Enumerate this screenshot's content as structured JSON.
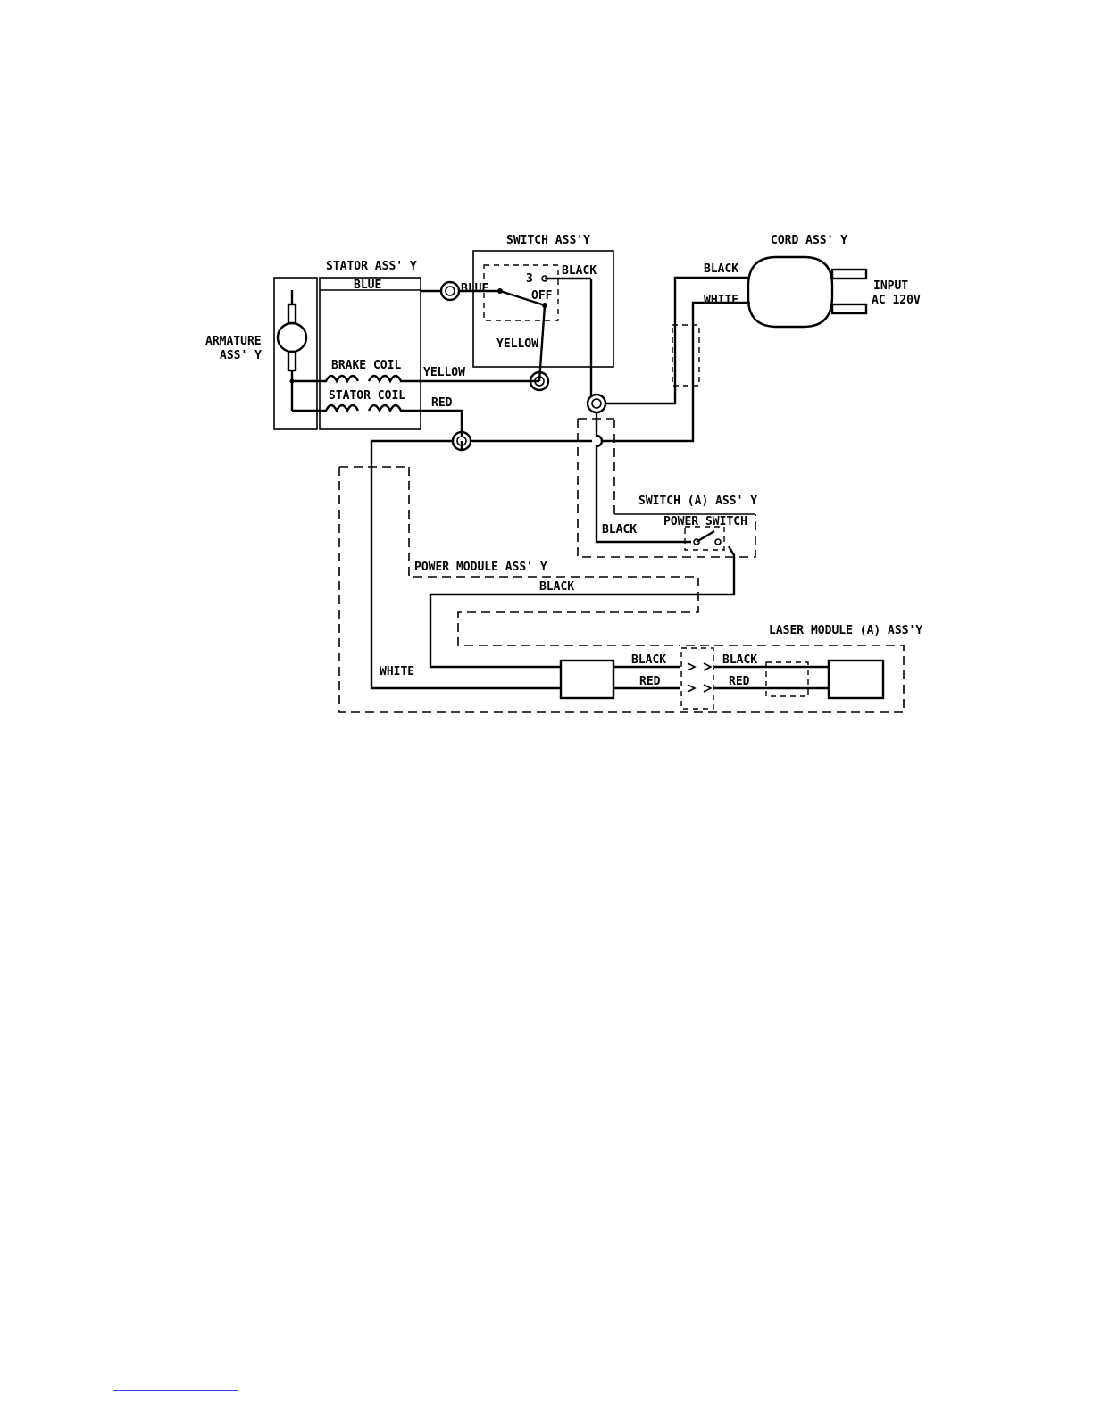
{
  "labels": {
    "switch_assy": "SWITCH ASS'Y",
    "cord_assy": "CORD ASS' Y",
    "stator_assy": "STATOR ASS' Y",
    "armature_1": "ARMATURE",
    "armature_2": "ASS' Y",
    "blue_top": "BLUE",
    "blue_switch": "BLUE",
    "black_switch": "BLACK",
    "off": "OFF",
    "three": "3",
    "yellow_switch": "YELLOW",
    "black_cord": "BLACK",
    "white_cord": "WHITE",
    "input_1": "INPUT",
    "input_2": "AC 120V",
    "brake_coil": "BRAKE COIL",
    "stator_coil": "STATOR COIL",
    "yellow_wire": "YELLOW",
    "red_wire": "RED",
    "switch_a_assy": "SWITCH (A) ASS' Y",
    "power_switch": "POWER SWITCH",
    "black_sw_a": "BLACK",
    "power_module_assy": "POWER MODULE ASS' Y",
    "black_pm": "BLACK",
    "laser_module_assy": "LASER MODULE (A) ASS'Y",
    "black_left": "BLACK",
    "red_left": "RED",
    "black_right": "BLACK",
    "red_right": "RED",
    "white_pm": "WHITE"
  },
  "colors": {
    "ink": "#000000",
    "footer_rule": "#2a4bd7"
  }
}
